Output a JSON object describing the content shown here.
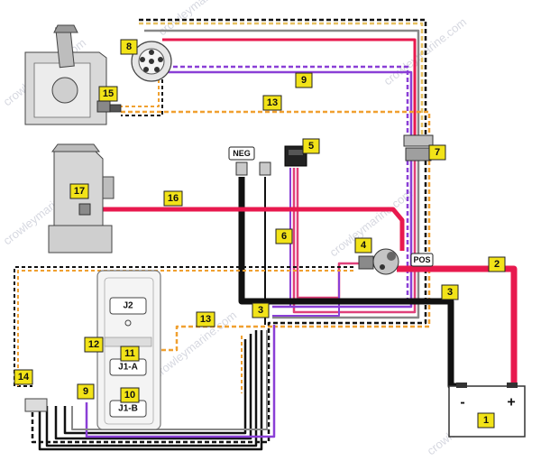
{
  "diagram": {
    "watermark": "crowleymarine.com",
    "callouts": [
      "1",
      "2",
      "3",
      "4",
      "5",
      "6",
      "7",
      "8",
      "9",
      "10",
      "11",
      "12",
      "13",
      "14",
      "15",
      "16",
      "17"
    ],
    "tags": {
      "neg": "NEG",
      "pos": "POS",
      "j2": "J2",
      "j1a": "J1-A",
      "j1b": "J1-B"
    },
    "battery": {
      "minus": "-",
      "plus": "+"
    },
    "wire_colors": {
      "red": "#e8194e",
      "black": "#111111",
      "purple": "#8a3fd6",
      "orange": "#f0a030",
      "pink": "#e0407a",
      "gray": "#7a7a7a"
    }
  }
}
